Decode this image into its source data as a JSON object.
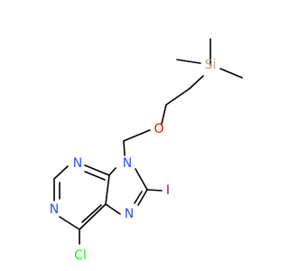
{
  "molecule": {
    "atoms": {
      "si": {
        "label": "Si",
        "color": "#C8A078"
      },
      "o": {
        "label": "O",
        "color": "#FF0000"
      },
      "n9": {
        "label": "N",
        "color": "#3050F8"
      },
      "n3": {
        "label": "N",
        "color": "#3050F8"
      },
      "n1": {
        "label": "N",
        "color": "#3050F8"
      },
      "n7": {
        "label": "N",
        "color": "#3050F8"
      },
      "i": {
        "label": "I",
        "color": "#940094"
      },
      "cl": {
        "label": "Cl",
        "color": "#1FF01F"
      }
    },
    "bond_color": "#000000"
  }
}
